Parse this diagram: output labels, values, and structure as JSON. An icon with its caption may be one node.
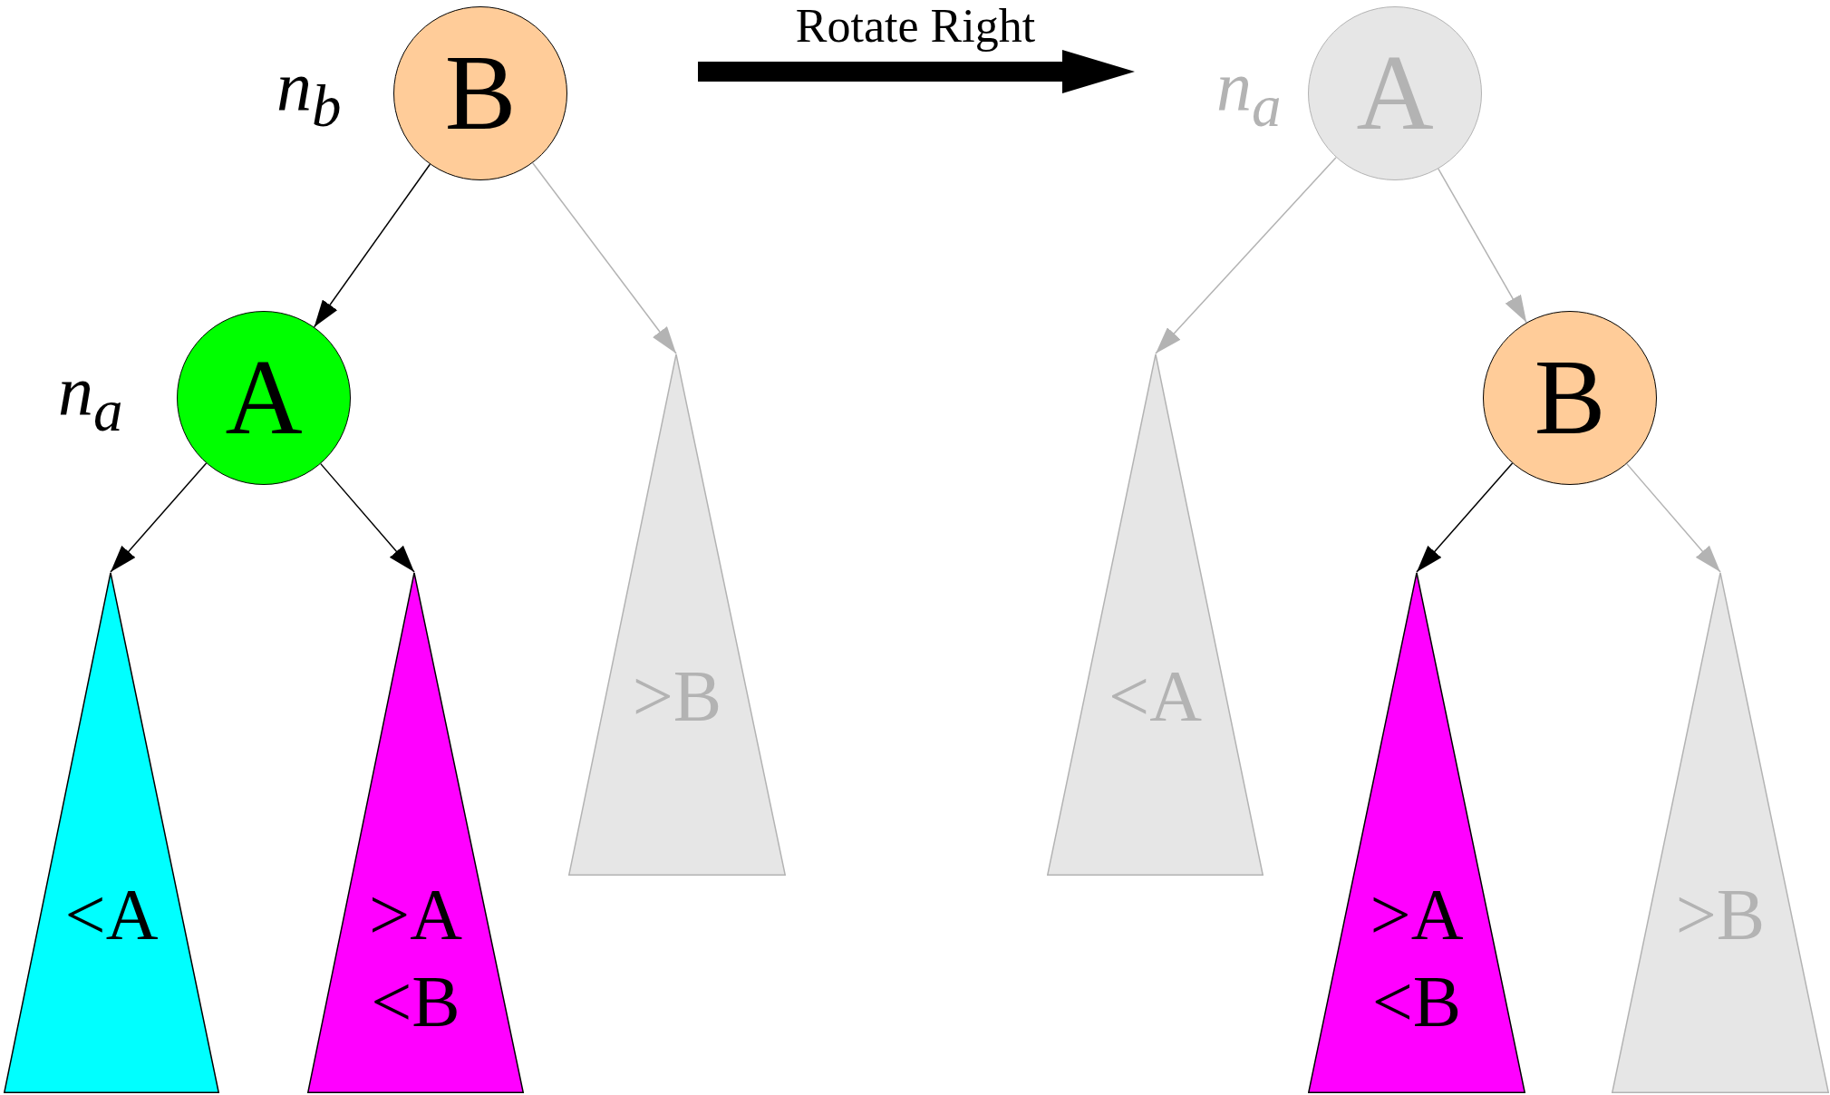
{
  "diagram": {
    "nodes": [
      {
        "text": [
          "B"
        ],
        "beside": [
          "n$_{b}$"
        ]
      },
      {
        "text": [
          "A"
        ],
        "beside": [
          "n$_{a}$"
        ]
      },
      {
        "text": [
          "<A"
        ]
      },
      {
        "text": [
          ">A <B"
        ]
      },
      {
        "text": [
          ">B"
        ]
      },
      {
        "text": [
          "A"
        ],
        "beside": [
          "n$_{a}$"
        ]
      },
      {
        "text": [
          "B"
        ]
      },
      {
        "text": [
          "<A"
        ]
      },
      {
        "text": [
          ">A <B"
        ]
      },
      {
        "text": [
          ">B"
        ]
      }
    ],
    "edges": [
      {
        "from": 0,
        "to": 1,
        "arrow": "to"
      },
      {
        "from": 0,
        "to": 4,
        "arrow": "to",
        "color": "#b3b3b3"
      },
      {
        "from": 1,
        "to": 2,
        "arrow": "to"
      },
      {
        "from": 1,
        "to": 3,
        "arrow": "to"
      },
      {
        "from": 5,
        "to": 7,
        "arrow": "to",
        "color": "#b3b3b3"
      },
      {
        "from": 5,
        "to": 6,
        "arrow": "to",
        "color": "#b3b3b3"
      },
      {
        "from": 6,
        "to": 8,
        "arrow": "to"
      },
      {
        "from": 6,
        "to": 9,
        "arrow": "to",
        "color": "#b3b3b3"
      }
    ],
    "labels": [
      "Rotate Right"
    ]
  }
}
